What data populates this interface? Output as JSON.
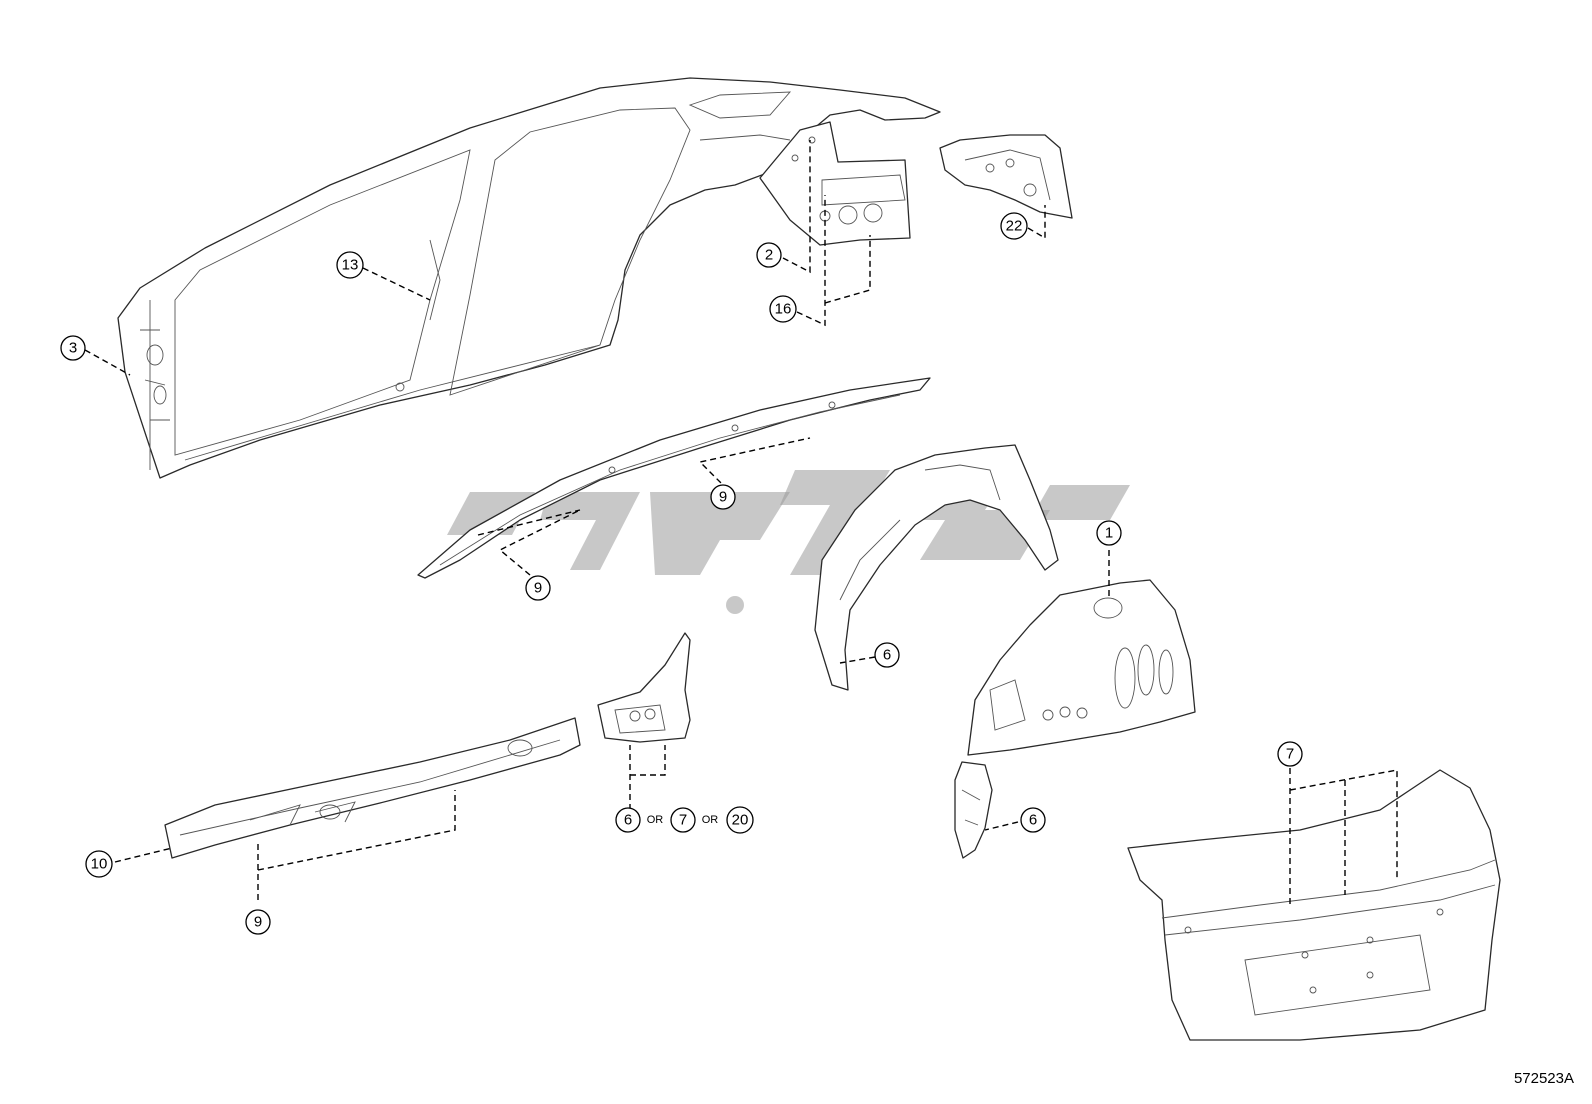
{
  "diagram": {
    "code": "572523A",
    "or_label": "OR",
    "callouts": {
      "c1": "1",
      "c2": "2",
      "c3": "3",
      "c6a": "6",
      "c6b": "6",
      "c6c": "6",
      "c7a": "7",
      "c7b": "7",
      "c9a": "9",
      "c9b": "9",
      "c9c": "9",
      "c10": "10",
      "c13": "13",
      "c16": "16",
      "c20": "20",
      "c22": "22"
    }
  }
}
